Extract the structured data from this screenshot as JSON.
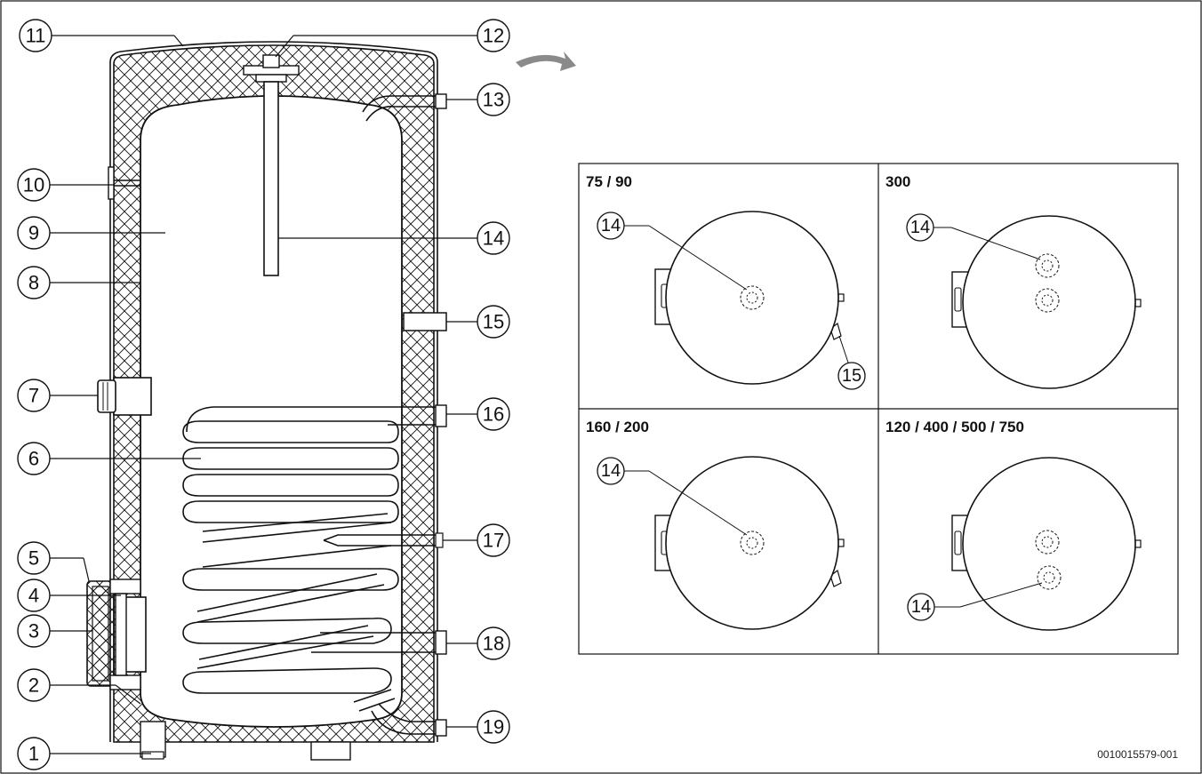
{
  "callouts": {
    "c1": "1",
    "c2": "2",
    "c3": "3",
    "c4": "4",
    "c5": "5",
    "c6": "6",
    "c7": "7",
    "c8": "8",
    "c9": "9",
    "c10": "10",
    "c11": "11",
    "c12": "12",
    "c13": "13",
    "c14": "14",
    "c15": "15",
    "c16": "16",
    "c17": "17",
    "c18": "18",
    "c19": "19"
  },
  "panels": {
    "p1": {
      "title": "75 / 90",
      "label_a": "14",
      "label_b": "15"
    },
    "p2": {
      "title": "300",
      "label_a": "14"
    },
    "p3": {
      "title": "160 / 200",
      "label_a": "14"
    },
    "p4": {
      "title": "120 / 400 / 500 / 750",
      "label_a": "14"
    }
  },
  "document_id": "0010015579-001",
  "colors": {
    "line": "#111111",
    "arrow": "#8a8a8a",
    "background": "#ffffff"
  }
}
